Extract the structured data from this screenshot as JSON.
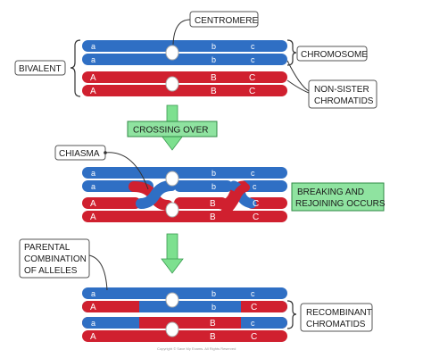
{
  "labels": {
    "centromere": "CENTROMERE",
    "chromosome": "CHROMOSOME",
    "bivalent": "BIVALENT",
    "non_sister_line1": "NON-SISTER",
    "non_sister_line2": "CHROMATIDS",
    "crossing_over": "CROSSING OVER",
    "chiasma": "CHIASMA",
    "breaking_line1": "BREAKING AND",
    "breaking_line2": "REJOINING OCCURS",
    "parental_line1": "PARENTAL",
    "parental_line2": "COMBINATION",
    "parental_line3": "OF ALLELES",
    "recombinant_line1": "RECOMBINANT",
    "recombinant_line2": "CHROMATIDS",
    "copyright": "Copyright © Save My Exams. All Rights Reserved"
  },
  "alleles": {
    "recessive_a": "a",
    "recessive_b": "b",
    "recessive_c": "c",
    "dominant_a": "A",
    "dominant_b": "B",
    "dominant_c": "C"
  },
  "colors": {
    "blue": "#2f6fc4",
    "red": "#d0202f",
    "arrow_green": "#7de08f",
    "box_green": "#8fe3a0"
  }
}
